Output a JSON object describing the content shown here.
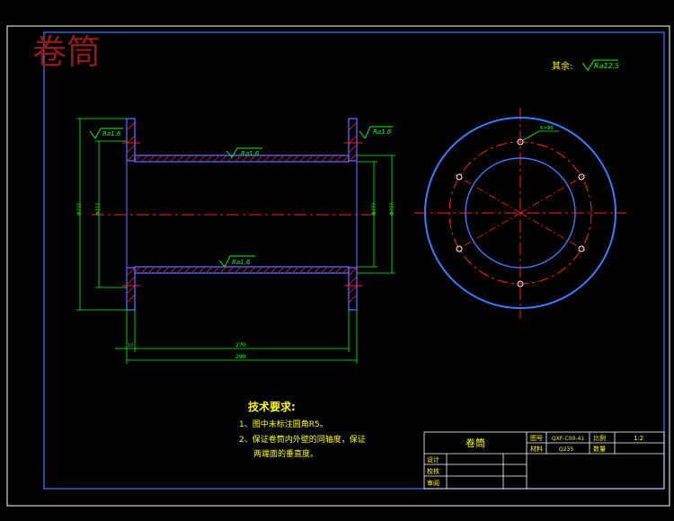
{
  "title": "卷筒",
  "surface_note": {
    "prefix": "其余:",
    "roughness": "Ra12.5"
  },
  "roughness_labels": {
    "flange_left": "Ra1.6",
    "flange_right": "Ra1.6",
    "bore_top": "Ra1.6",
    "bore_bottom": "Ra1.6"
  },
  "dimensions": {
    "outer_flange": "Φ???",
    "bore_left": "Φ???",
    "bore_right_inner": "Φ???",
    "bore_right_outer": "Φ???",
    "inner_length": "270",
    "total_length": "290",
    "flange_thickness": "10",
    "hole_note": "6×Φ6"
  },
  "tech_requirements": {
    "heading": "技术要求:",
    "items": [
      "1、图中未标注圆角R5。",
      "2、保证卷筒内外壁的同轴度，保证",
      "两端面的垂直度。"
    ]
  },
  "title_block": {
    "part_name": "卷筒",
    "drawing_no_label": "图号",
    "drawing_no": "QXF-C00-41",
    "scale_label": "比例",
    "scale": "1:2",
    "material_label": "材料",
    "material": "Q235",
    "quantity_label": "数量",
    "quantity": "",
    "design_label": "设计",
    "check_label": "校核",
    "approve_label": "审阅"
  },
  "colors": {
    "background": "#000000",
    "border": "#ffffff",
    "frame": "#3b7bff",
    "part_outline": "#5060ff",
    "dimension": "#00ff00",
    "centerline": "#ff2020",
    "hatch": "#ff2020",
    "text_yellow": "#ffff00",
    "title_red": "#8b1a1a",
    "title_block_line": "#ffffff"
  }
}
